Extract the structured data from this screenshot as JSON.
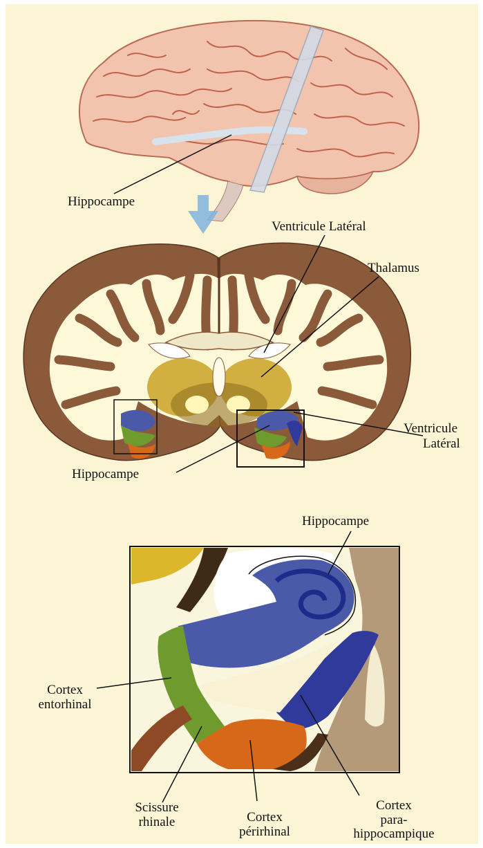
{
  "labels": {
    "hippocampe_top": "Hippocampe",
    "ventricule_lateral_top": "Ventricule Latéral",
    "thalamus": "Thalamus",
    "ventricule_lateral_right_1": "Ventricule",
    "ventricule_lateral_right_2": "Latéral",
    "hippocampe_middle": "Hippocampe",
    "hippocampe_bottom": "Hippocampe",
    "cortex_entorhinal_1": "Cortex",
    "cortex_entorhinal_2": "entorhinal",
    "scissure_rhinale_1": "Scissure",
    "scissure_rhinale_2": "rhinale",
    "cortex_perirhinal_1": "Cortex",
    "cortex_perirhinal_2": "périrhinal",
    "cortex_parahippocampique_1": "Cortex",
    "cortex_parahippocampique_2": "para-",
    "cortex_parahippocampique_3": "hippocampique"
  },
  "colors": {
    "background": "#fbf5d6",
    "cortex_brown": "#8a5a3a",
    "white_matter": "#fdf8d8",
    "hippocampus_blue": "#4a5aa8",
    "entorhinal_green": "#6e9a2e",
    "perirhinal_orange": "#d7681a",
    "parahippocampal_indigo": "#2f3a9a",
    "thalamus_yellow": "#c9a227",
    "arrow_blue": "#7fb3dd"
  }
}
